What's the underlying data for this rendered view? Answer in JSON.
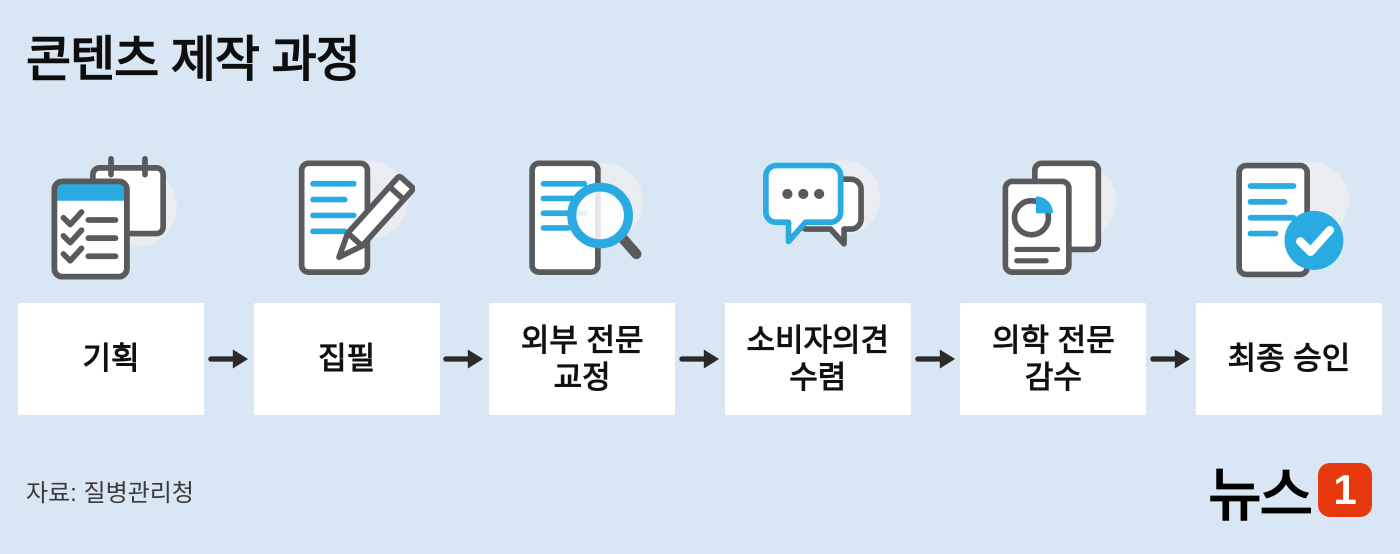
{
  "title": "콘텐츠 제작 과정",
  "source": "자료: 질병관리청",
  "logo": {
    "text": "뉴스",
    "number": "1"
  },
  "steps": [
    {
      "label": "기획",
      "icon": "clipboard-calendar-icon"
    },
    {
      "label": "집필",
      "icon": "document-pencil-icon"
    },
    {
      "label": "외부 전문\n교정",
      "icon": "document-magnifier-icon"
    },
    {
      "label": "소비자의견\n수렴",
      "icon": "speech-bubble-icon"
    },
    {
      "label": "의학 전문\n감수",
      "icon": "document-piechart-icon"
    },
    {
      "label": "최종 승인",
      "icon": "document-checkmark-icon"
    }
  ],
  "colors": {
    "background": "#d9e7f4",
    "accent_blue": "#29abe2",
    "icon_gray": "#595a5c",
    "box_background": "#ffffff",
    "arrow": "#2a2a2a",
    "logo_red": "#e8380d",
    "title_text": "#0e0e0e"
  }
}
